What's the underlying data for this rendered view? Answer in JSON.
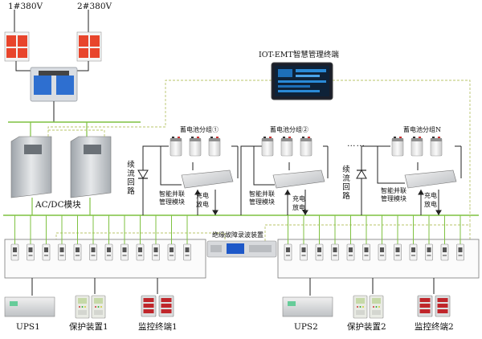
{
  "inputs": {
    "source1": "1#380V",
    "source2": "2#380V"
  },
  "iot_terminal": {
    "title": "IOT-EMT智慧管理终端"
  },
  "acdc": {
    "label": "AC/DC模块"
  },
  "battery_groups": [
    {
      "title": "蓄电池分组①"
    },
    {
      "title": "蓄电池分组②"
    },
    {
      "title": "蓄电池分组N"
    }
  ],
  "ellipsis": "……",
  "freewheel": {
    "chars": [
      "续",
      "流",
      "回",
      "路"
    ]
  },
  "module_labels": {
    "line1": "智能并联",
    "line2": "管理模块",
    "charge": "充电",
    "discharge": "放电"
  },
  "insulation_device": {
    "label": "绝缘故障录波装置"
  },
  "bottom_left": {
    "ups": "UPS1",
    "protection": "保护装置1",
    "monitor": "监控终端1"
  },
  "bottom_right": {
    "ups": "UPS2",
    "protection": "保护装置2",
    "monitor": "监控终端2"
  },
  "colors": {
    "bus_green": "#7fc241",
    "dashed": "#b8c46a",
    "breaker_red": "#e8452c",
    "breaker_blue": "#2a7fd6",
    "line": "#222222"
  }
}
